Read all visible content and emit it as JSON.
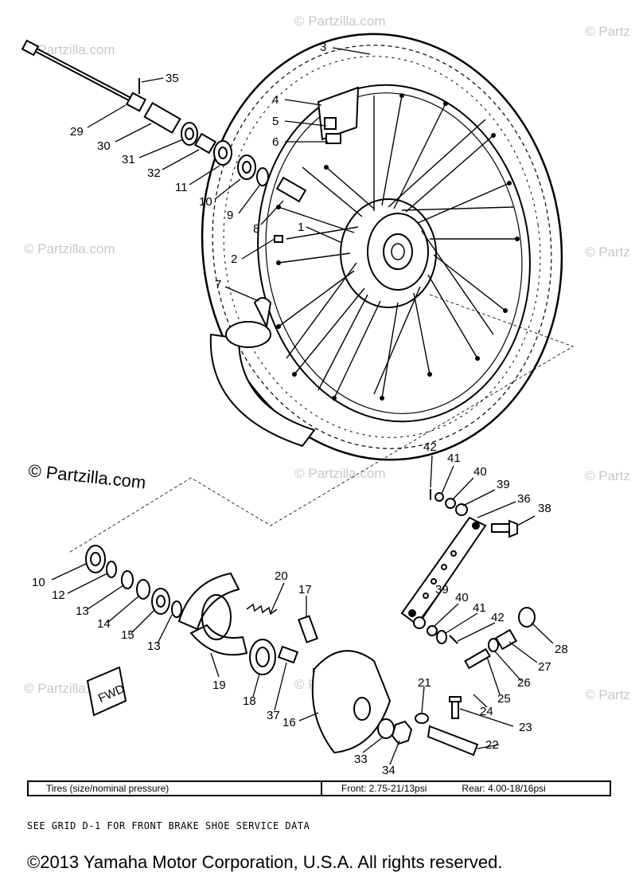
{
  "watermark": {
    "text": "© Partzilla.com",
    "text_short": "© Partz"
  },
  "callouts": [
    {
      "id": "c3",
      "text": "3"
    },
    {
      "id": "c35",
      "text": "35"
    },
    {
      "id": "c4",
      "text": "4"
    },
    {
      "id": "c5",
      "text": "5"
    },
    {
      "id": "c6",
      "text": "6"
    },
    {
      "id": "c29",
      "text": "29"
    },
    {
      "id": "c30",
      "text": "30"
    },
    {
      "id": "c31",
      "text": "31"
    },
    {
      "id": "c32",
      "text": "32"
    },
    {
      "id": "c11",
      "text": "11"
    },
    {
      "id": "c10a",
      "text": "10"
    },
    {
      "id": "c9",
      "text": "9"
    },
    {
      "id": "c8",
      "text": "8"
    },
    {
      "id": "c1",
      "text": "1"
    },
    {
      "id": "c2",
      "text": "2"
    },
    {
      "id": "c7",
      "text": "7"
    },
    {
      "id": "c42a",
      "text": "42"
    },
    {
      "id": "c41a",
      "text": "41"
    },
    {
      "id": "c40a",
      "text": "40"
    },
    {
      "id": "c39a",
      "text": "39"
    },
    {
      "id": "c36",
      "text": "36"
    },
    {
      "id": "c38",
      "text": "38"
    },
    {
      "id": "c10b",
      "text": "10"
    },
    {
      "id": "c12",
      "text": "12"
    },
    {
      "id": "c13a",
      "text": "13"
    },
    {
      "id": "c14",
      "text": "14"
    },
    {
      "id": "c15",
      "text": "15"
    },
    {
      "id": "c13b",
      "text": "13"
    },
    {
      "id": "c20",
      "text": "20"
    },
    {
      "id": "c17",
      "text": "17"
    },
    {
      "id": "c39b",
      "text": "39"
    },
    {
      "id": "c40b",
      "text": "40"
    },
    {
      "id": "c41b",
      "text": "41"
    },
    {
      "id": "c42b",
      "text": "42"
    },
    {
      "id": "c28",
      "text": "28"
    },
    {
      "id": "c27",
      "text": "27"
    },
    {
      "id": "c26",
      "text": "26"
    },
    {
      "id": "c25",
      "text": "25"
    },
    {
      "id": "c19",
      "text": "19"
    },
    {
      "id": "c18",
      "text": "18"
    },
    {
      "id": "c37",
      "text": "37"
    },
    {
      "id": "c16",
      "text": "16"
    },
    {
      "id": "c21",
      "text": "21"
    },
    {
      "id": "c24",
      "text": "24"
    },
    {
      "id": "c23",
      "text": "23"
    },
    {
      "id": "c22",
      "text": "22"
    },
    {
      "id": "c33",
      "text": "33"
    },
    {
      "id": "c34",
      "text": "34"
    }
  ],
  "fwd_label": "FWD",
  "spec": {
    "label": "Tires (size/nominal pressure)",
    "front": "Front: 2.75-21/13psi",
    "rear": "Rear: 4.00-18/16psi"
  },
  "note": "SEE GRID D-1 FOR FRONT BRAKE SHOE SERVICE DATA",
  "copyright": "©2013 Yamaha Motor Corporation, U.S.A. All rights reserved."
}
